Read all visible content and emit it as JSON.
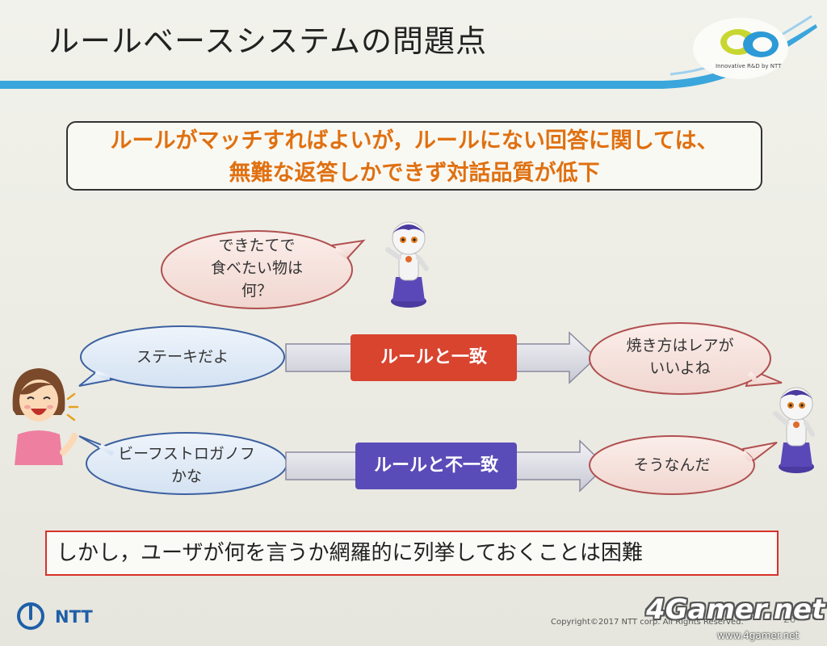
{
  "slide": {
    "title": "ルールベースシステムの問題点",
    "logo_caption": "Innovative R&D by NTT",
    "problem_lines": [
      "ルールがマッチすればよいが，ルールにない回答に関しては、",
      "無難な返答しかできず対話品質が低下"
    ],
    "robot_question_lines": [
      "できたてで",
      "食べたい物は",
      "何？"
    ],
    "user_answer_1": "ステーキだよ",
    "user_answer_2_lines": [
      "ビーフストロガノフ",
      "かな"
    ],
    "rule_match_label": "ルールと一致",
    "rule_mismatch_label": "ルールと不一致",
    "robot_reply_1_lines": [
      "焼き方はレアが",
      "いいよね"
    ],
    "robot_reply_2": "そうなんだ",
    "conclusion": "しかし，ユーザが何を言うか網羅的に列挙しておくことは困難",
    "footer_brand": "NTT",
    "copyright": "Copyright©2017 NTT corp. All Rights Reserved.",
    "page_number": "26"
  },
  "watermark": {
    "main": "4Gamer.net",
    "url": "www.4gamer.net"
  },
  "colors": {
    "orange_text": "#e07010",
    "match_red": "#d9442f",
    "mismatch_purple": "#5a4cb8",
    "accent_blue": "#3a9fd8"
  },
  "icons": [
    "robot-icon",
    "smiling-woman-icon",
    "ntt-logo-icon",
    "innovative-rd-logo-icon"
  ]
}
